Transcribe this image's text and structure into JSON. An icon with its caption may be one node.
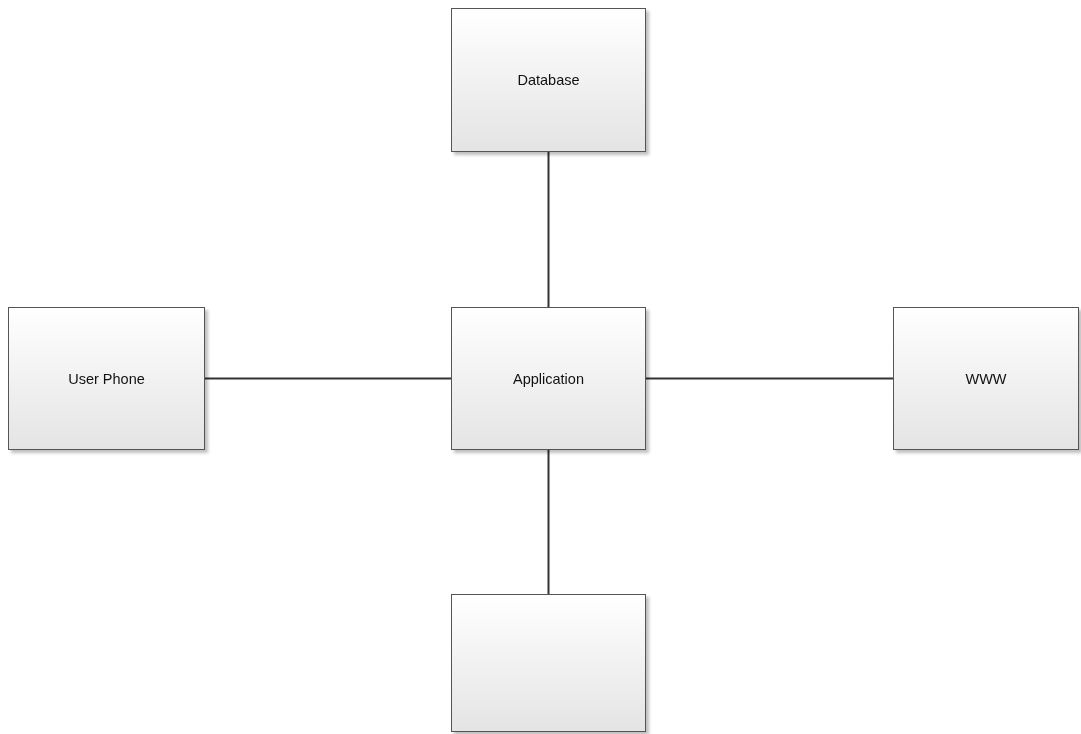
{
  "diagram": {
    "nodes": [
      {
        "text": [
          "Database"
        ]
      },
      {
        "text": [
          "User Phone"
        ]
      },
      {
        "text": [
          "Application"
        ]
      },
      {
        "text": [
          "WWW"
        ]
      },
      {
        "text": [],
        "shape": "box"
      }
    ],
    "edges": [
      {
        "from": 2,
        "to": 0,
        "arrow": "none"
      },
      {
        "from": 1,
        "to": 2,
        "arrow": "none"
      },
      {
        "from": 2,
        "to": 3,
        "arrow": "none"
      },
      {
        "from": 2,
        "to": 4,
        "arrow": "none"
      }
    ]
  }
}
